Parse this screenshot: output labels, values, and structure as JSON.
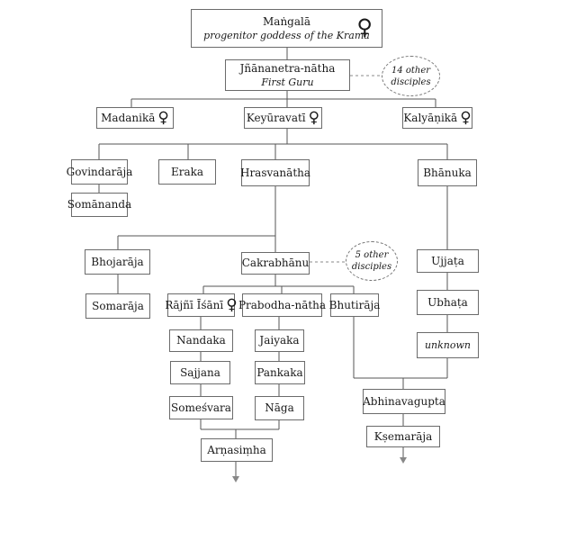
{
  "diagram": {
    "root": {
      "name": "Maṅgalā",
      "subtitle": "progenitor goddess of the Krama",
      "symbol": "♀"
    },
    "first_guru": {
      "name": "Jñānanetra-nātha",
      "subtitle": "First Guru"
    },
    "other_disciples_14": {
      "line1": "14 other",
      "line2": "disciples"
    },
    "other_disciples_5": {
      "line1": "5 other",
      "line2": "disciples"
    },
    "female_symbol": "♀",
    "nodes": {
      "madanika": "Madanikā",
      "keyuravati": "Keyūravatī",
      "kalyanika": "Kalyāṇikā",
      "govindaraja": "Govindarāja",
      "somananda": "Somānanda",
      "eraka": "Eraka",
      "hrasvanatha": "Hrasvanātha",
      "bhanuka": "Bhānuka",
      "bhojaraja": "Bhojarāja",
      "somaraja": "Somarāja",
      "cakrabhanu": "Cakrabhānu",
      "ujjata": "Ujjaṭa",
      "ubhata": "Ubhaṭa",
      "unknown": "unknown",
      "rajni_isani": "Rājñī Īśānī",
      "prabodhanatha": "Prabodha-nātha",
      "bhutiraja": "Bhutirāja",
      "nandaka": "Nandaka",
      "jaiyaka": "Jaiyaka",
      "sajjana": "Sajjana",
      "pankaka": "Pankaka",
      "somesvara": "Someśvara",
      "naga": "Nāga",
      "abhinavagupta": "Abhinavagupta",
      "arnasimha": "Arṇasiṃha",
      "ksemaraja": "Kṣemarāja"
    },
    "colors": {
      "box_border": "#6b6b6b",
      "line": "#555555",
      "text": "#1a1a1a"
    }
  }
}
